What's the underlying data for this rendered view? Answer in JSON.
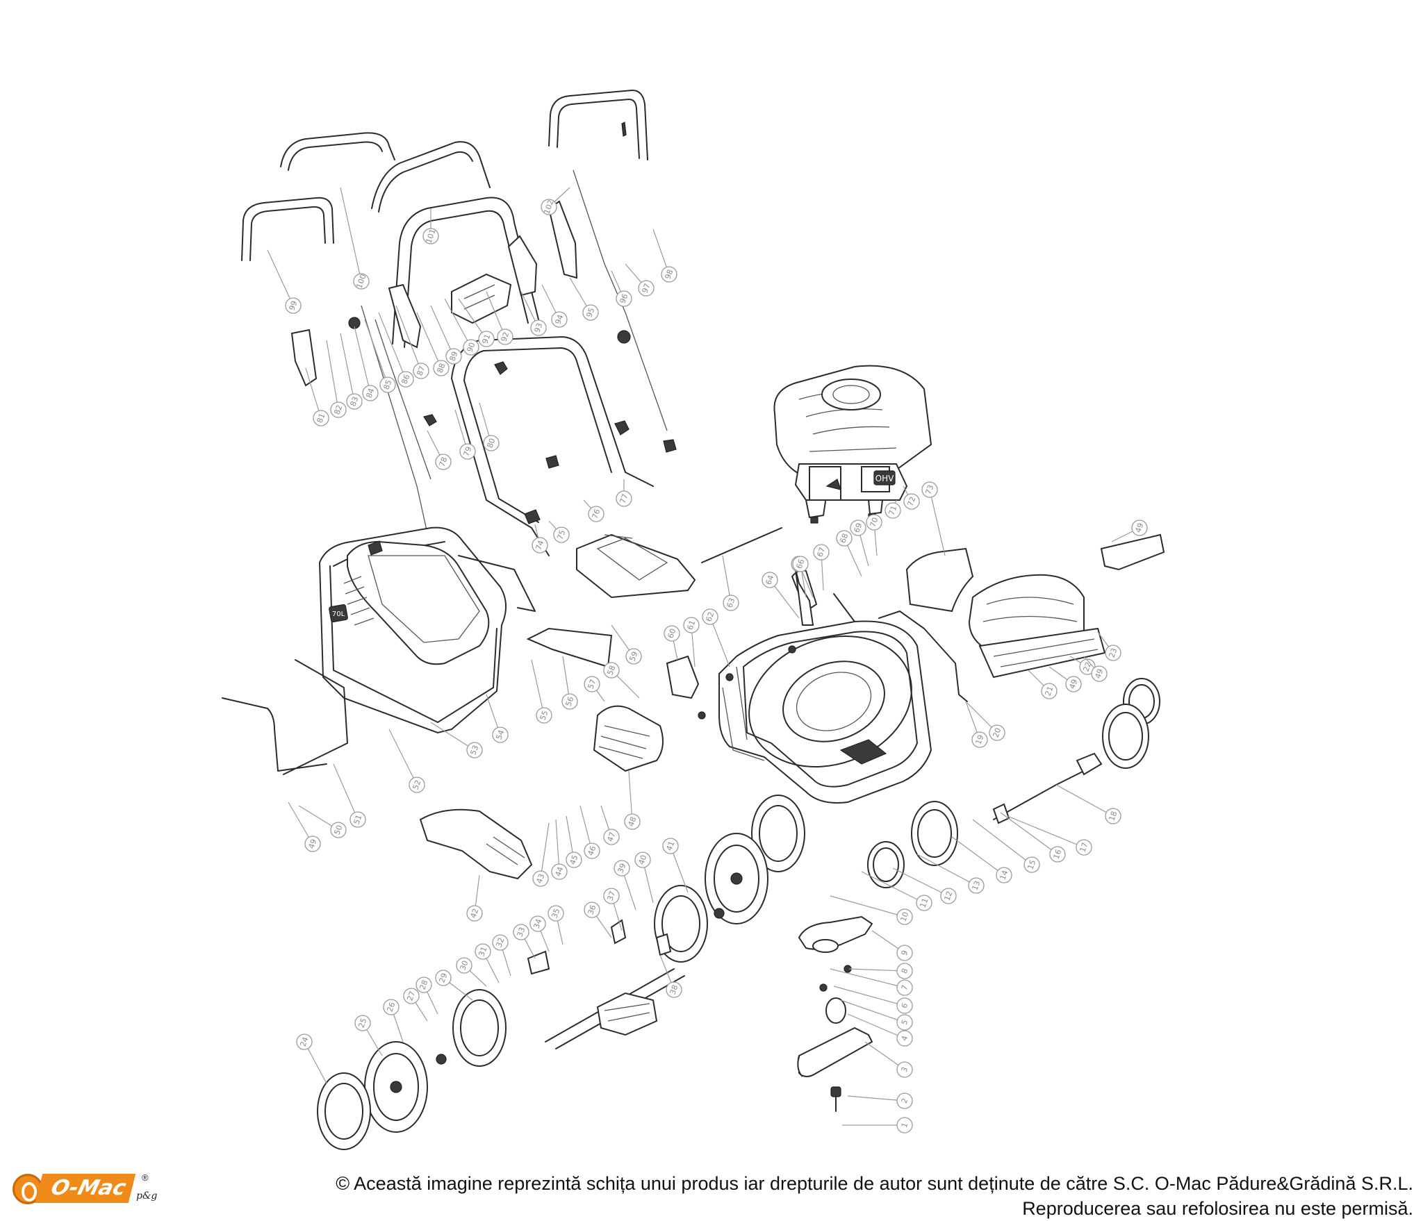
{
  "callouts": [
    "1",
    "2",
    "3",
    "4",
    "5",
    "6",
    "7",
    "8",
    "9",
    "10",
    "11",
    "12",
    "13",
    "14",
    "15",
    "16",
    "17",
    "18",
    "19",
    "20",
    "21",
    "22",
    "23",
    "24",
    "25",
    "26",
    "27",
    "28",
    "29",
    "30",
    "31",
    "32",
    "33",
    "34",
    "35",
    "36",
    "37",
    "38",
    "39",
    "40",
    "41",
    "42",
    "43",
    "44",
    "45",
    "46",
    "47",
    "48",
    "49",
    "50",
    "51",
    "52",
    "53",
    "54",
    "55",
    "56",
    "57",
    "58",
    "59",
    "60",
    "61",
    "62",
    "63",
    "64",
    "65",
    "66",
    "67",
    "68",
    "69",
    "70",
    "71",
    "72",
    "73",
    "74",
    "75",
    "76",
    "77",
    "78",
    "79",
    "80",
    "81",
    "82",
    "83",
    "84",
    "85",
    "86",
    "87",
    "88",
    "89",
    "90",
    "91",
    "92",
    "93",
    "94",
    "95",
    "96",
    "97",
    "98",
    "99",
    "100",
    "101",
    "102"
  ],
  "callout_extra": [
    "49",
    "49",
    "49"
  ],
  "engine_badge": "OHV",
  "bag_badge": "70L",
  "logo": {
    "word": "O-Mac",
    "sub": "p&g",
    "registered": "®"
  },
  "footer": {
    "line1": "© Această imagine reprezintă schița unui produs iar drepturile de autor sunt deținute de către S.C. O-Mac Pădure&Grădină S.R.L.",
    "line2": "Reproducerea sau refolosirea nu este permisă."
  }
}
